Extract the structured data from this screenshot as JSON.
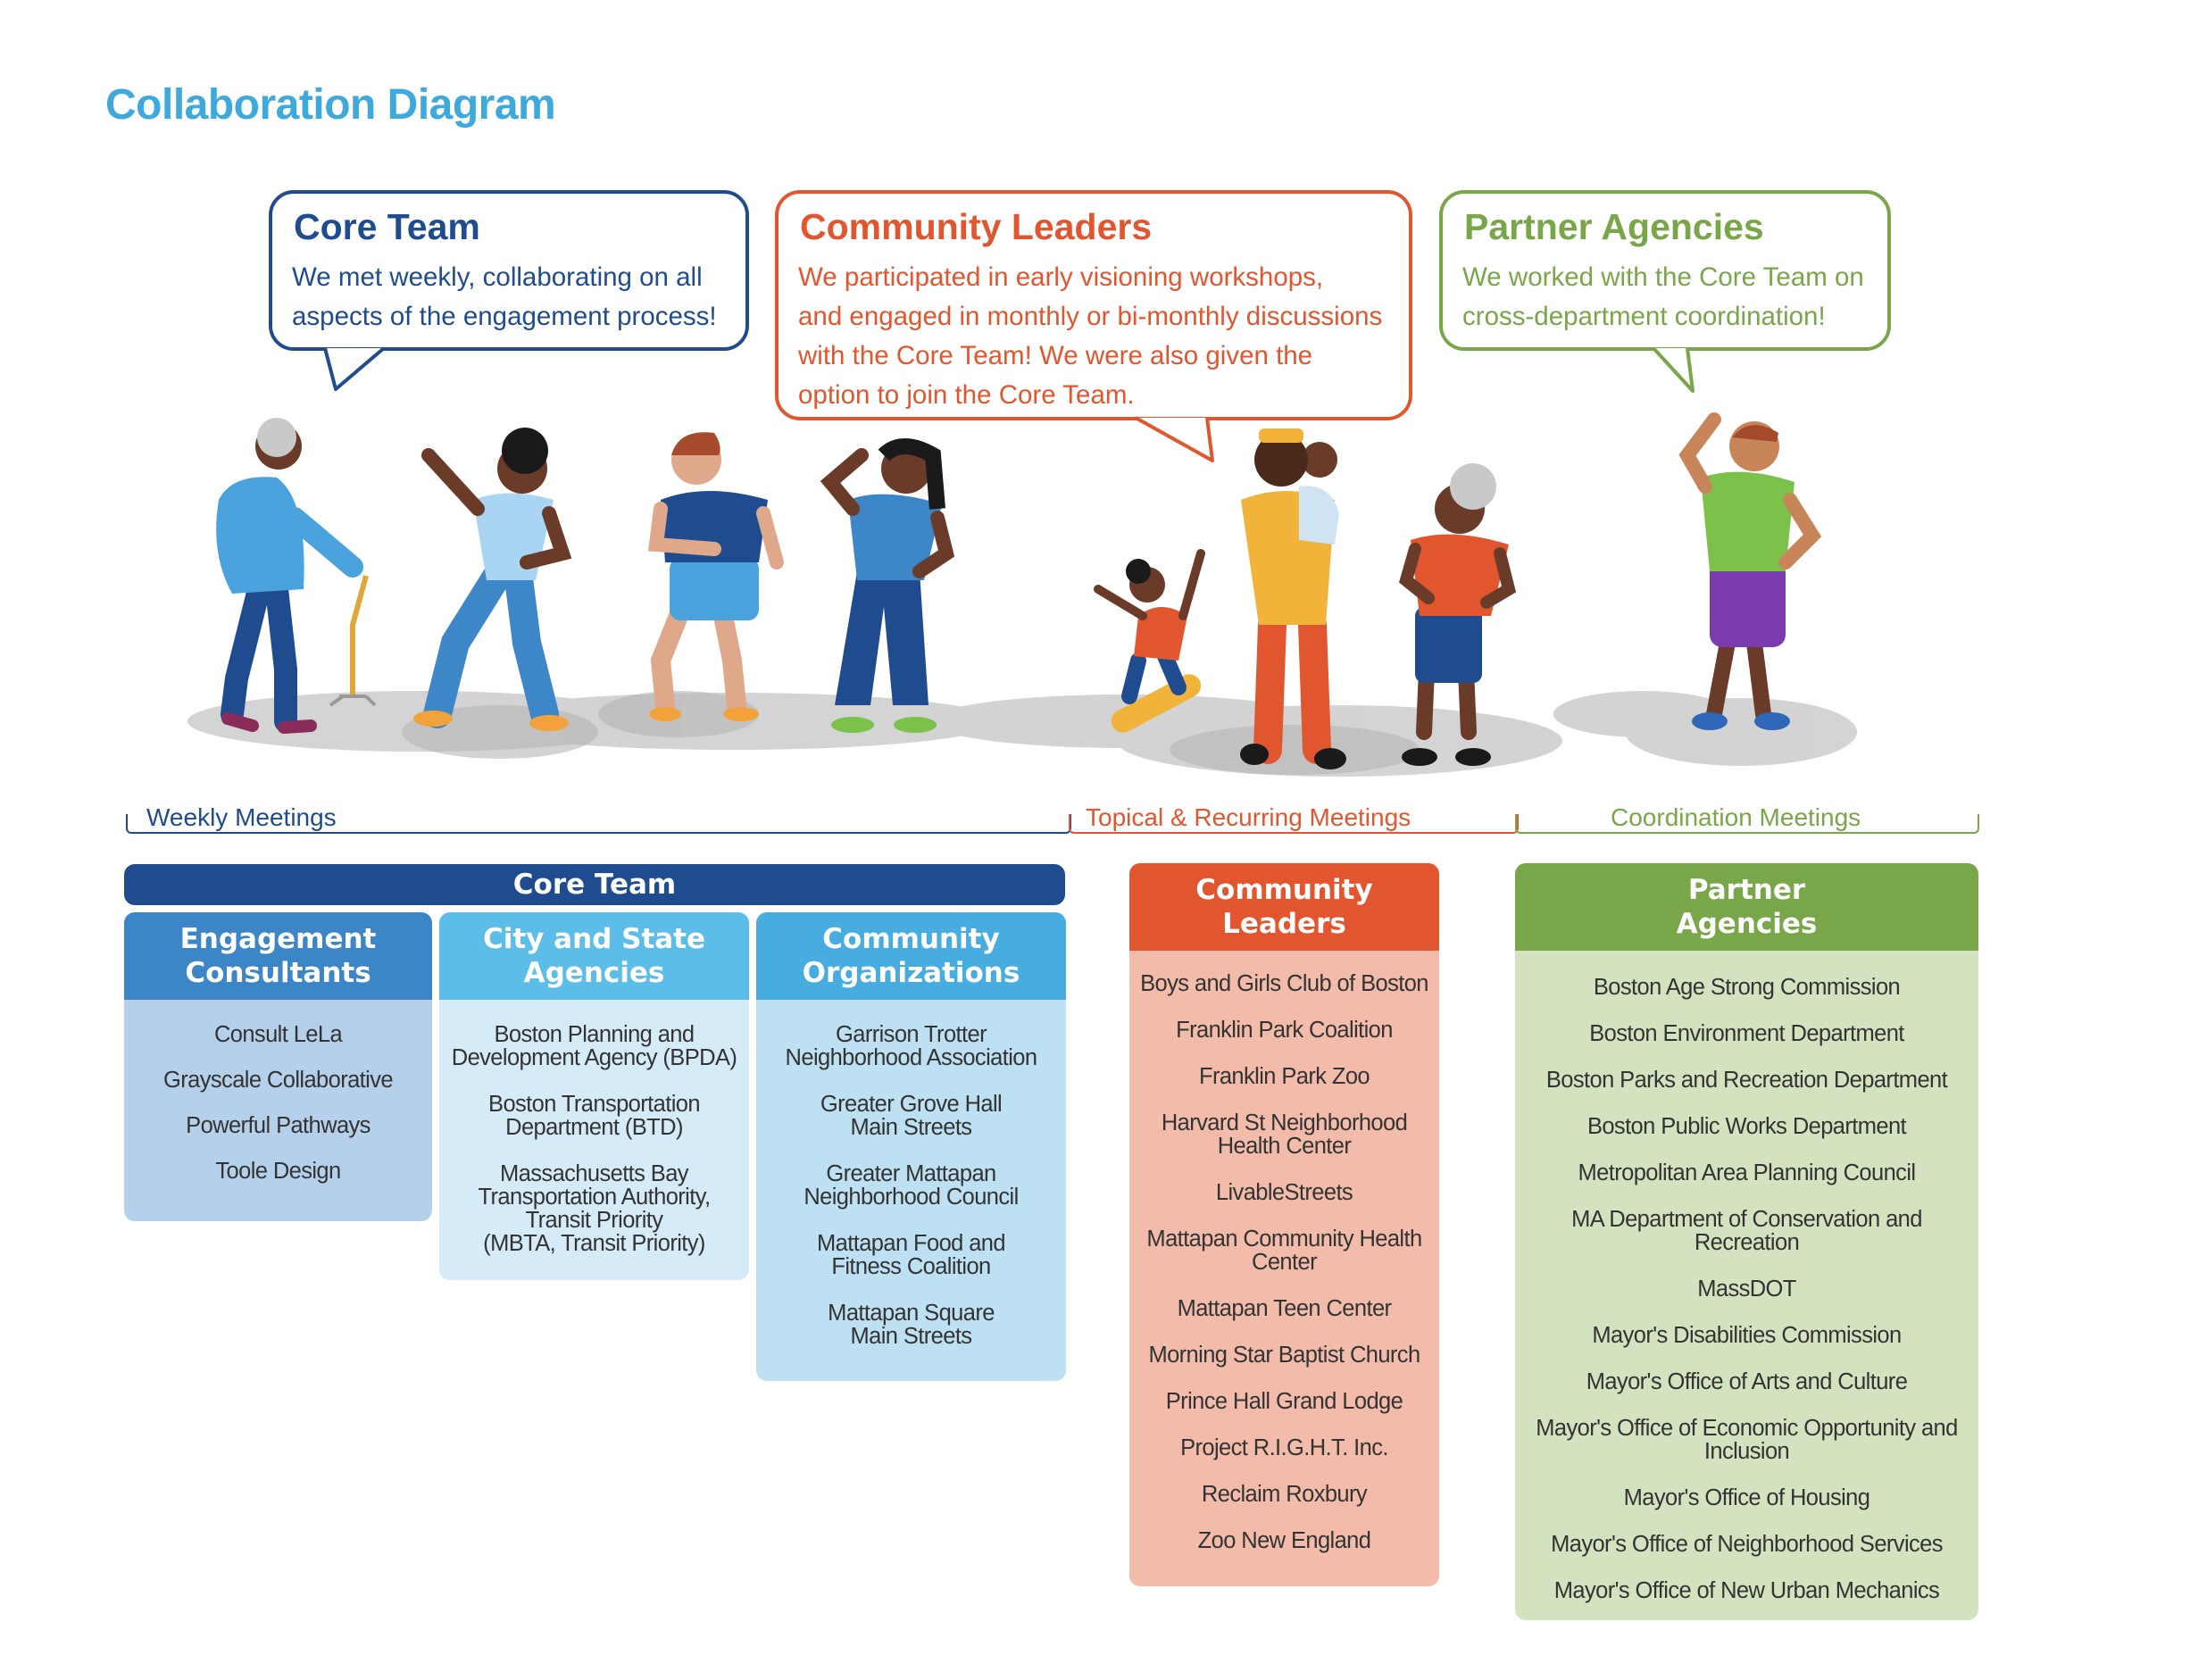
{
  "title": "Collaboration Diagram",
  "colors": {
    "title": "#3ea9dc",
    "core_team": "#1f4c8f",
    "community_leaders": "#e1562e",
    "partner_agencies": "#78a648",
    "engagement_consultants_head": "#3c86c8",
    "engagement_consultants_body": "#b5d0ea",
    "city_state_head": "#5cbde8",
    "city_state_body": "#d6ebf8",
    "community_orgs_head": "#47ade0",
    "community_orgs_body": "#bde0f3",
    "community_leaders_body": "#f2bbaa",
    "partner_agencies_body": "#d4e3bf"
  },
  "bubbles": {
    "core_team": {
      "title": "Core Team",
      "lines": [
        "We met weekly, collaborating on all",
        "aspects of the engagement process!"
      ]
    },
    "community_leaders": {
      "title": "Community Leaders",
      "lines": [
        "We participated in early visioning workshops,",
        "and engaged in monthly or bi-monthly discussions",
        "with the Core Team! We were also given the",
        "option to join the Core Team."
      ]
    },
    "partner_agencies": {
      "title": "Partner Agencies",
      "lines": [
        "We worked with the Core Team on",
        "cross-department coordination!"
      ]
    }
  },
  "meetings": {
    "weekly": "Weekly Meetings",
    "topical": "Topical & Recurring Meetings",
    "coordination": "Coordination Meetings"
  },
  "core_team_banner": "Core Team",
  "columns": {
    "engagement_consultants": {
      "heading_lines": [
        "Engagement",
        "Consultants"
      ],
      "items": [
        [
          "Consult LeLa"
        ],
        [
          "Grayscale Collaborative"
        ],
        [
          "Powerful Pathways"
        ],
        [
          "Toole Design"
        ]
      ]
    },
    "city_state": {
      "heading_lines": [
        "City and State",
        "Agencies"
      ],
      "items": [
        [
          "Boston Planning and",
          "Development Agency (BPDA)"
        ],
        [
          "Boston Transportation",
          "Department (BTD)"
        ],
        [
          "Massachusetts Bay",
          "Transportation Authority,",
          "Transit Priority",
          "(MBTA, Transit Priority)"
        ]
      ]
    },
    "community_orgs": {
      "heading_lines": [
        "Community",
        "Organizations"
      ],
      "items": [
        [
          "Garrison Trotter",
          "Neighborhood Association"
        ],
        [
          "Greater Grove Hall",
          "Main Streets"
        ],
        [
          "Greater Mattapan",
          "Neighborhood Council"
        ],
        [
          "Mattapan Food and",
          "Fitness Coalition"
        ],
        [
          "Mattapan Square",
          "Main Streets"
        ]
      ]
    },
    "community_leaders": {
      "heading_lines": [
        "Community",
        "Leaders"
      ],
      "items": [
        [
          "Boys and Girls Club of Boston"
        ],
        [
          "Franklin Park Coalition"
        ],
        [
          "Franklin Park Zoo"
        ],
        [
          "Harvard St Neighborhood",
          "Health Center"
        ],
        [
          "LivableStreets"
        ],
        [
          "Mattapan Community Health",
          "Center"
        ],
        [
          "Mattapan Teen Center"
        ],
        [
          "Morning Star Baptist Church"
        ],
        [
          "Prince Hall Grand Lodge"
        ],
        [
          "Project R.I.G.H.T. Inc."
        ],
        [
          "Reclaim Roxbury"
        ],
        [
          "Zoo New England"
        ]
      ]
    },
    "partner_agencies": {
      "heading_lines": [
        "Partner",
        "Agencies"
      ],
      "items": [
        [
          "Boston Age Strong Commission"
        ],
        [
          "Boston Environment Department"
        ],
        [
          "Boston Parks and Recreation Department"
        ],
        [
          "Boston Public Works Department"
        ],
        [
          "Metropolitan Area Planning Council"
        ],
        [
          "MA Department of Conservation and",
          "Recreation"
        ],
        [
          "MassDOT"
        ],
        [
          "Mayor's Disabilities Commission"
        ],
        [
          "Mayor's Office of Arts and Culture"
        ],
        [
          "Mayor's Office of Economic Opportunity and",
          "Inclusion"
        ],
        [
          "Mayor's Office of Housing"
        ],
        [
          "Mayor's Office of Neighborhood Services"
        ],
        [
          "Mayor's Office of New Urban Mechanics"
        ]
      ]
    }
  }
}
